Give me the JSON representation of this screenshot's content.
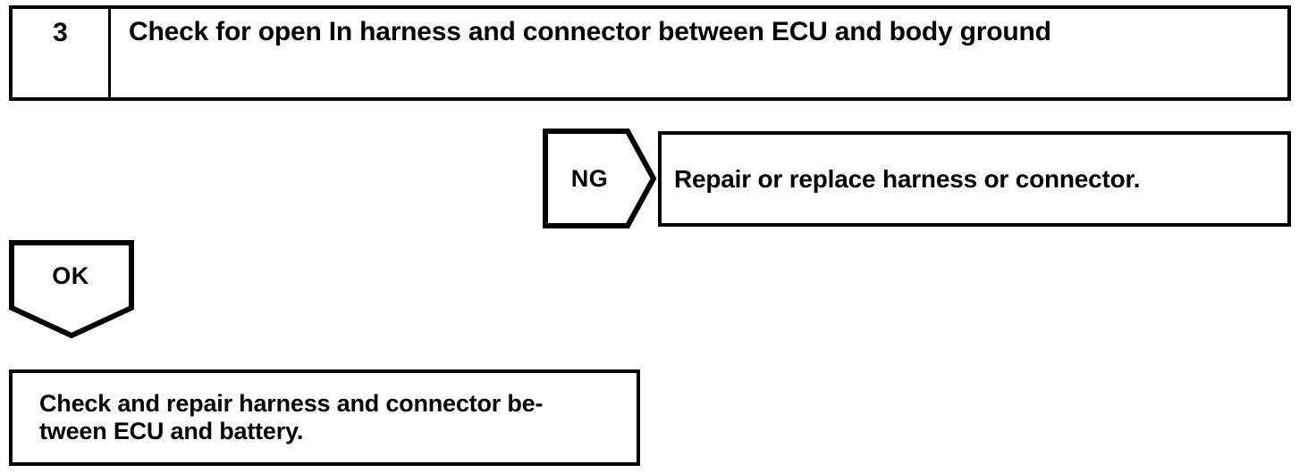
{
  "diagram": {
    "type": "troubleshooting-flowchart",
    "ink_color": "#000000",
    "background_color": "#ffffff",
    "step": {
      "number": "3",
      "title": "Check for open In harness and connector between ECU and body ground"
    },
    "branches": {
      "ng": {
        "label": "NG",
        "shape": "right-pointing-pentagon",
        "target": "Repair or replace harness or connector."
      },
      "ok": {
        "label": "OK",
        "shape": "down-pointing-pentagon"
      }
    },
    "ng_result": {
      "text": "Repair or replace harness or connector."
    },
    "ok_result": {
      "line1": "Check and repair harness and connector be-",
      "line2": "tween ECU and battery."
    }
  }
}
